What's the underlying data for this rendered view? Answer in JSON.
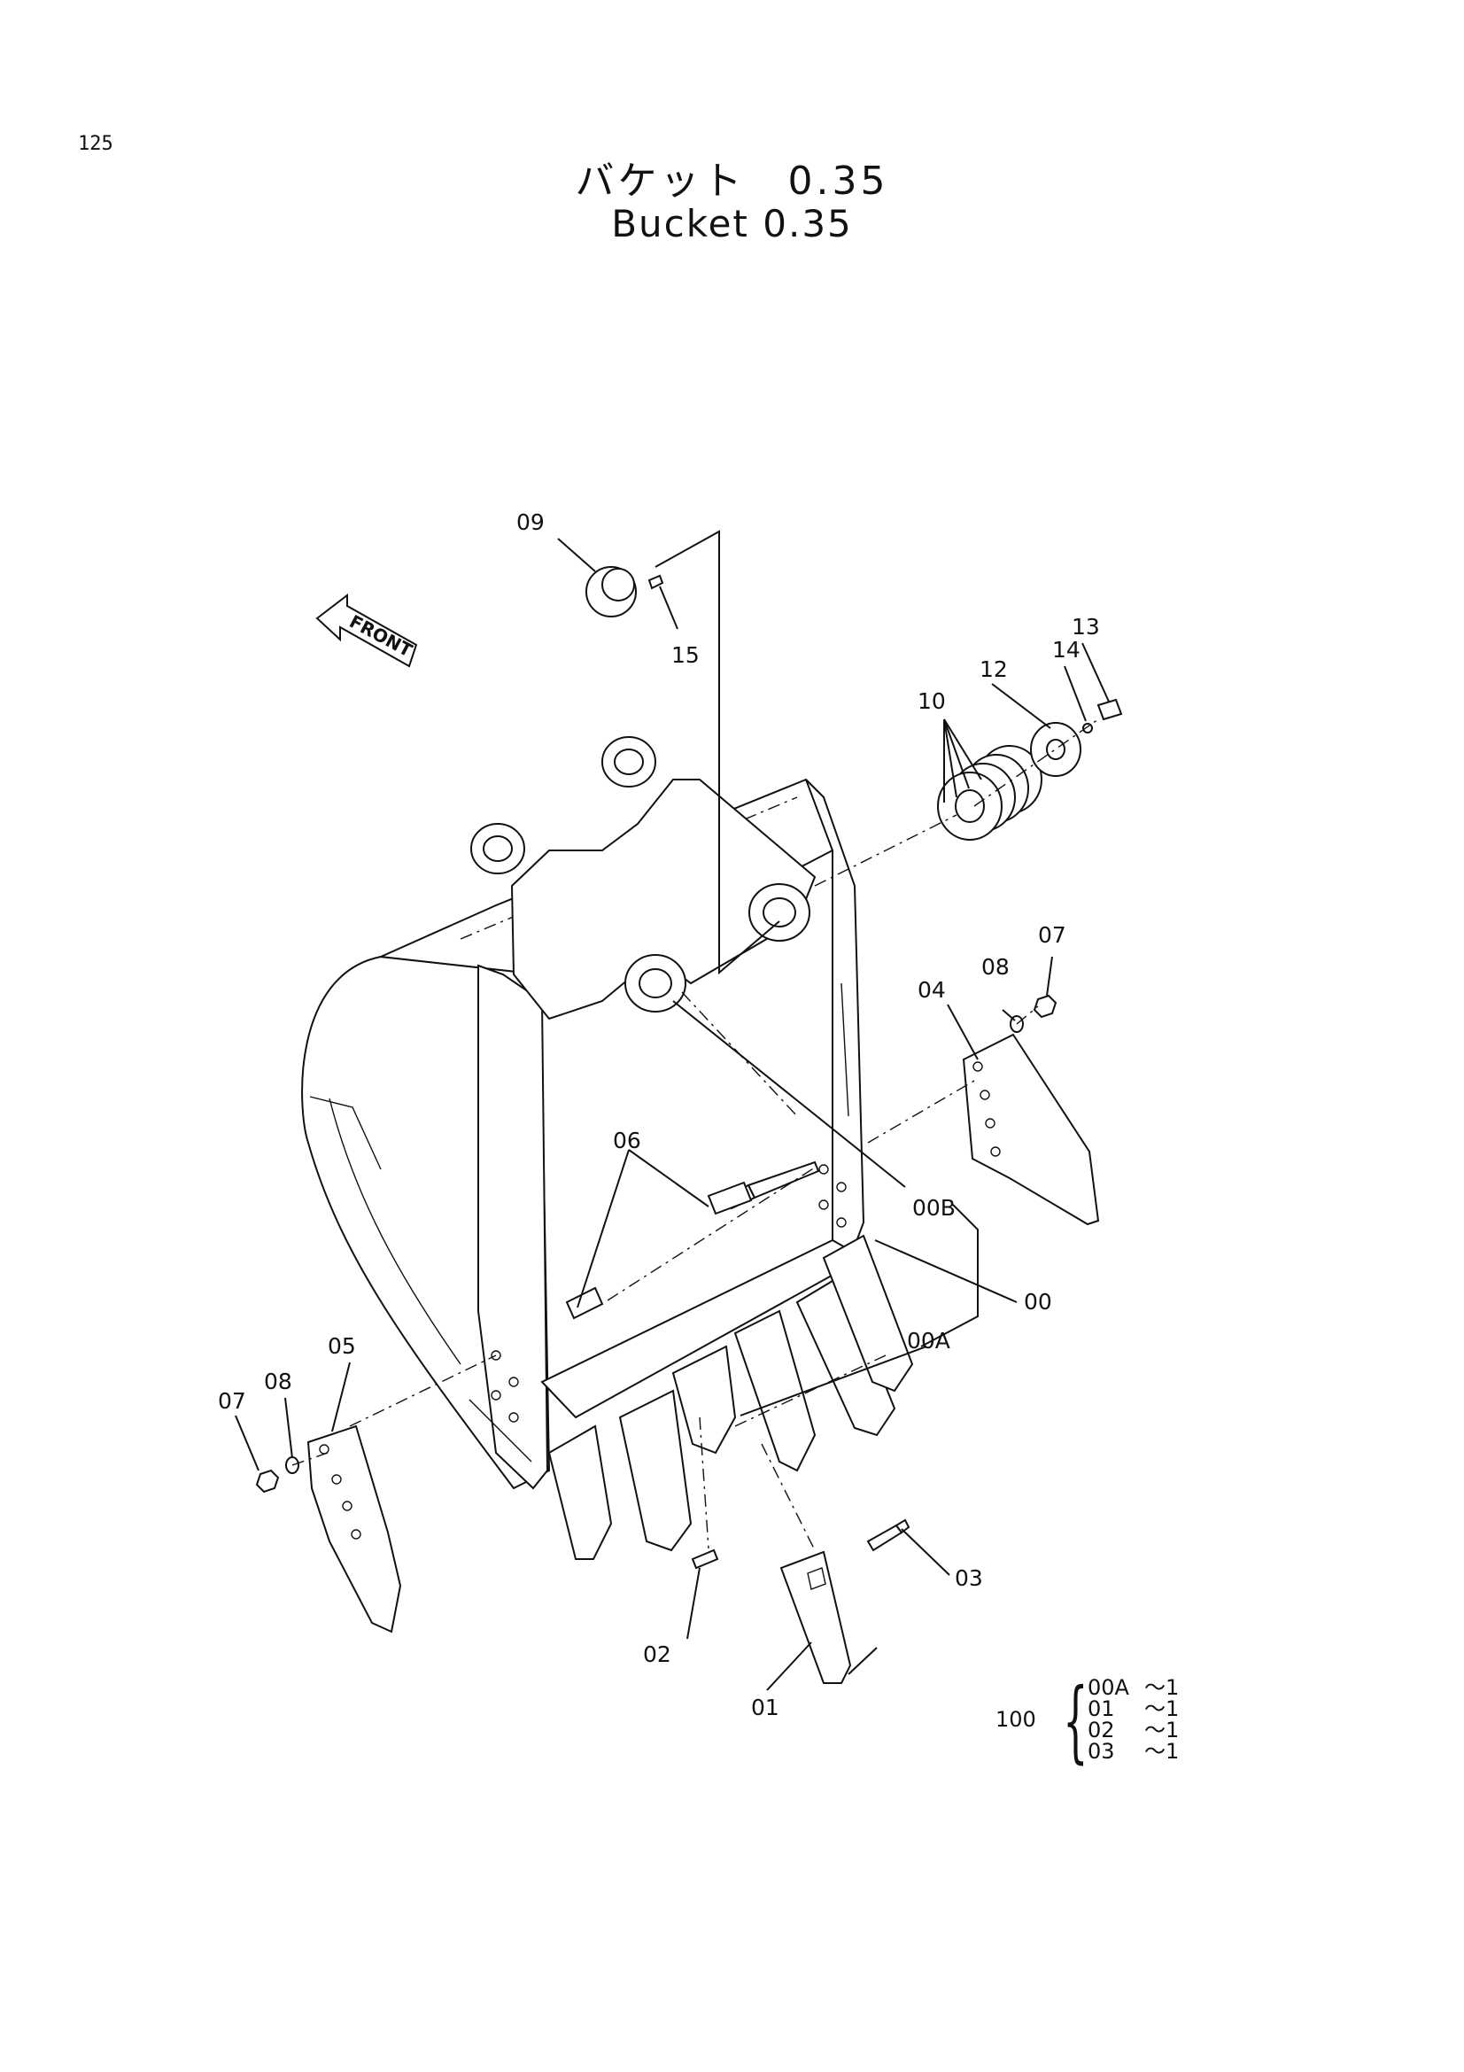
{
  "page_number": "125",
  "title": {
    "japanese": "バケット　0.35",
    "english": "Bucket 0.35"
  },
  "front_label": "FRONT",
  "callouts": {
    "c09": "09",
    "c15": "15",
    "c10": "10",
    "c12": "12",
    "c14": "14",
    "c13": "13",
    "c07r": "07",
    "c08r": "08",
    "c04": "04",
    "c06": "06",
    "c00B": "00B",
    "c00": "00",
    "c00A": "00A",
    "c05": "05",
    "c08l": "08",
    "c07l": "07",
    "c03": "03",
    "c02": "02",
    "c01": "01"
  },
  "legend": {
    "assembly": "100",
    "rows": [
      {
        "code": "00A",
        "qty": "1"
      },
      {
        "code": "01",
        "qty": "1"
      },
      {
        "code": "02",
        "qty": "1"
      },
      {
        "code": "03",
        "qty": "1"
      }
    ]
  }
}
